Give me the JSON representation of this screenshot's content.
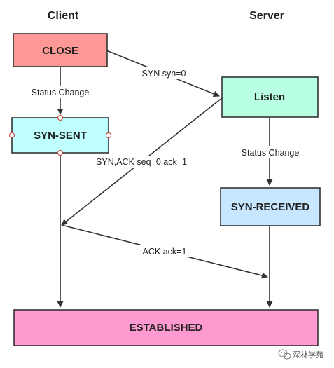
{
  "columns": {
    "client": "Client",
    "server": "Server"
  },
  "states": {
    "close": "CLOSE",
    "syn_sent": "SYN-SENT",
    "listen": "Listen",
    "syn_received": "SYN-RECEIVED",
    "established": "ESTABLISHED"
  },
  "edges": {
    "client_status_change": "Status Change",
    "syn": "SYN syn=0",
    "syn_ack": "SYN,ACK seq=0 ack=1",
    "server_status_change": "Status Change",
    "ack": "ACK ack=1"
  },
  "colors": {
    "close": "#FF9896",
    "syn_sent": "#BFFFFF",
    "listen": "#B9FFE2",
    "syn_received": "#C6E7FF",
    "established": "#FF9AD0",
    "stroke": "#333333"
  },
  "watermark": {
    "text": "深林学苑"
  }
}
